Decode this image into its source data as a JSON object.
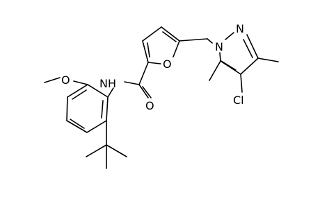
{
  "molecule": {
    "atoms": {
      "nh": "NH",
      "methoxy_o": "O",
      "furan_o": "O",
      "carbonyl_o": "O",
      "pyrazole_n1": "N",
      "pyrazole_n2": "N",
      "chlorine": "Cl"
    }
  }
}
